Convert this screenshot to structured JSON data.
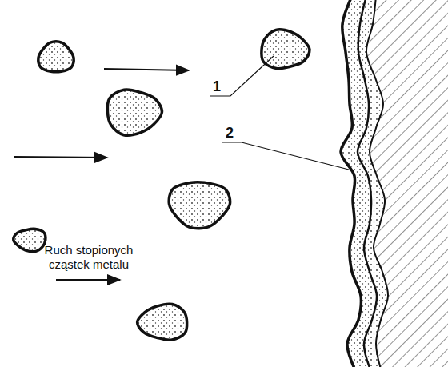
{
  "diagram": {
    "labels": [
      "1",
      "2",
      "Ruch stopionych cząstek metalu"
    ]
  }
}
